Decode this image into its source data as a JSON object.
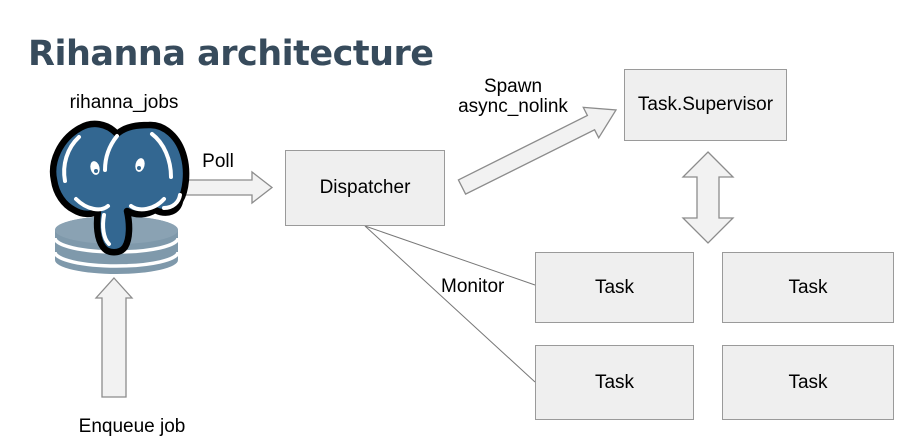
{
  "title": "Rihanna architecture",
  "database": {
    "label": "rihanna_jobs",
    "icon": "postgresql-elephant-on-database-cylinder"
  },
  "nodes": {
    "dispatcher": {
      "label": "Dispatcher"
    },
    "supervisor": {
      "label": "Task.Supervisor"
    },
    "task_top_left": {
      "label": "Task"
    },
    "task_top_right": {
      "label": "Task"
    },
    "task_bottom_left": {
      "label": "Task"
    },
    "task_bottom_right": {
      "label": "Task"
    }
  },
  "edges": {
    "poll": {
      "label": "Poll",
      "from": "rihanna_jobs",
      "to": "Dispatcher",
      "style": "block-arrow"
    },
    "spawn": {
      "label_line1": "Spawn",
      "label_line2": "async_nolink",
      "from": "Dispatcher",
      "to": "Task.Supervisor",
      "style": "block-arrow"
    },
    "supervisor_tasks": {
      "from": "Task.Supervisor",
      "to": "Task",
      "style": "double-headed-block-arrow"
    },
    "monitor": {
      "label": "Monitor",
      "from": "Dispatcher",
      "to": "Task",
      "style": "thin-line"
    },
    "enqueue": {
      "label": "Enqueue job",
      "to": "rihanna_jobs",
      "style": "block-arrow"
    }
  },
  "colors": {
    "background": "#ffffff",
    "title_text": "#374b5c",
    "box_fill": "#efefef",
    "box_border": "#9a9a9a",
    "arrow_fill": "#f2f2f2",
    "arrow_border": "#8c8c8c",
    "connector_line": "#777777",
    "postgres_blue": "#336791",
    "cylinder_blue_gray": "#7f99ab",
    "label_text": "#000000"
  }
}
